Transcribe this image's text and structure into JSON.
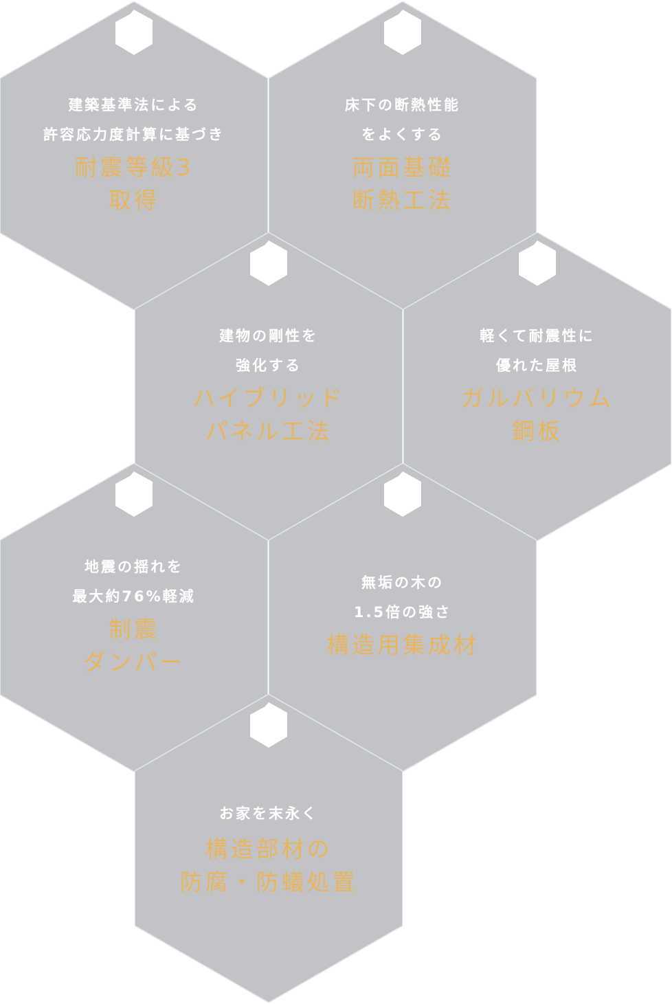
{
  "colors": {
    "hex_fill": "#c2c3c7",
    "seam": "#e4e9ef",
    "subtitle": "#ffffff",
    "title_gold": "#e8b55c"
  },
  "logo_icon": "brand-hexagon-e-logo",
  "features": [
    {
      "sub": [
        "建築基準法による",
        "許容応力度計算に基づき"
      ],
      "title": [
        "耐震等級3",
        "取得"
      ]
    },
    {
      "sub": [
        "床下の断熱性能",
        "をよくする"
      ],
      "title": [
        "両面基礎",
        "断熱工法"
      ]
    },
    {
      "sub": [
        "建物の剛性を",
        "強化する"
      ],
      "title": [
        "ハイブリッド",
        "パネル工法"
      ]
    },
    {
      "sub": [
        "軽くて耐震性に",
        "優れた屋根"
      ],
      "title": [
        "ガルバリウム",
        "鋼板"
      ]
    },
    {
      "sub": [
        "地震の揺れを",
        "最大約76%軽減"
      ],
      "title": [
        "制震",
        "ダンパー"
      ]
    },
    {
      "sub": [
        "無垢の木の",
        "1.5倍の強さ"
      ],
      "title": [
        "構造用集成材"
      ]
    },
    {
      "sub": [
        "お家を末永く"
      ],
      "title": [
        "構造部材の",
        "防腐・防蟻処置"
      ]
    }
  ]
}
